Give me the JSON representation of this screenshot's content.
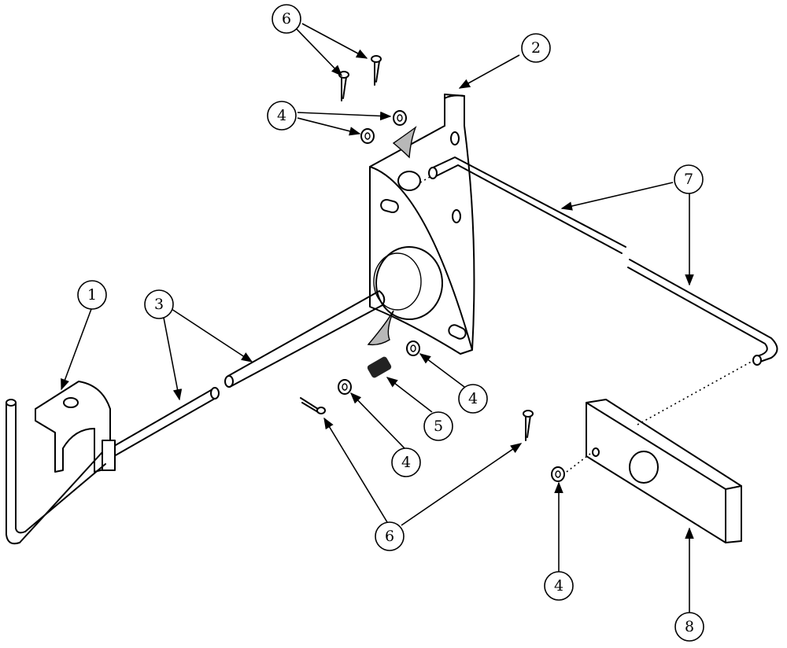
{
  "callouts": [
    {
      "id": "c1",
      "label": "1"
    },
    {
      "id": "c2",
      "label": "2"
    },
    {
      "id": "c3",
      "label": "3"
    },
    {
      "id": "c4a",
      "label": "4"
    },
    {
      "id": "c4b",
      "label": "4"
    },
    {
      "id": "c4c",
      "label": "4"
    },
    {
      "id": "c4d",
      "label": "4"
    },
    {
      "id": "c5",
      "label": "5"
    },
    {
      "id": "c6a",
      "label": "6"
    },
    {
      "id": "c6b",
      "label": "6"
    },
    {
      "id": "c7",
      "label": "7"
    },
    {
      "id": "c8",
      "label": "8"
    }
  ],
  "colors": {
    "line": "#000000",
    "shade": "#b8b8b8",
    "background": "#ffffff"
  }
}
